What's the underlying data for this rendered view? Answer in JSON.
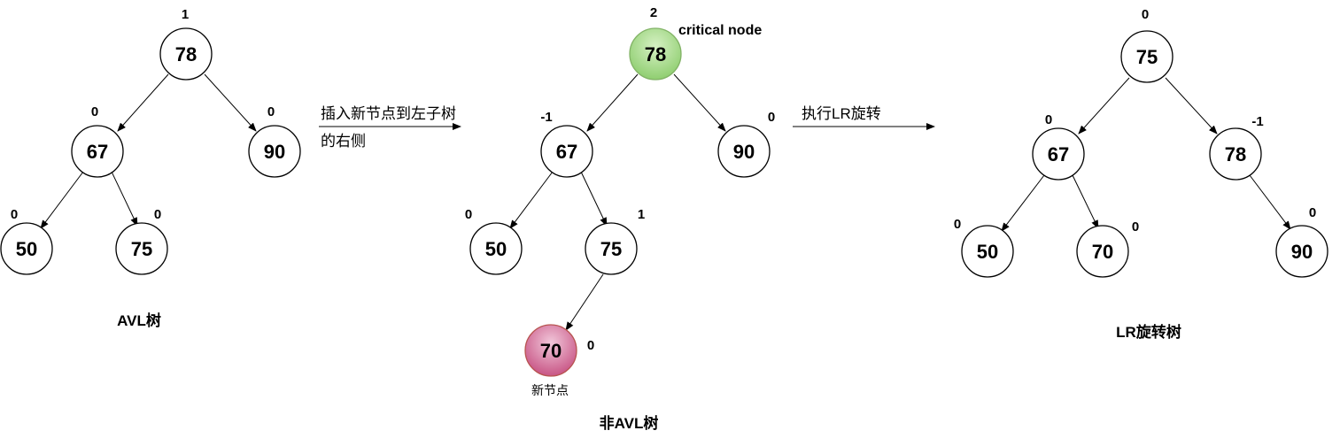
{
  "colors": {
    "node_fill": "#ffffff",
    "node_stroke": "#000000",
    "critical_fill": "#8fce70",
    "new_fill": "#c85585"
  },
  "trees": [
    {
      "caption": "AVL树",
      "nodes": [
        {
          "id": "t1-78",
          "value": "78",
          "balance": "1"
        },
        {
          "id": "t1-67",
          "value": "67",
          "balance": "0"
        },
        {
          "id": "t1-90",
          "value": "90",
          "balance": "0"
        },
        {
          "id": "t1-50",
          "value": "50",
          "balance": "0"
        },
        {
          "id": "t1-75",
          "value": "75",
          "balance": "0"
        }
      ]
    },
    {
      "caption": "非AVL树",
      "critical_label": "critical node",
      "new_node_label": "新节点",
      "nodes": [
        {
          "id": "t2-78",
          "value": "78",
          "balance": "2",
          "role": "critical"
        },
        {
          "id": "t2-67",
          "value": "67",
          "balance": "-1"
        },
        {
          "id": "t2-90",
          "value": "90",
          "balance": "0"
        },
        {
          "id": "t2-50",
          "value": "50",
          "balance": "0"
        },
        {
          "id": "t2-75",
          "value": "75",
          "balance": "1"
        },
        {
          "id": "t2-70",
          "value": "70",
          "balance": "0",
          "role": "new"
        }
      ]
    },
    {
      "caption": "LR旋转树",
      "nodes": [
        {
          "id": "t3-75",
          "value": "75",
          "balance": "0"
        },
        {
          "id": "t3-67",
          "value": "67",
          "balance": "0"
        },
        {
          "id": "t3-78",
          "value": "78",
          "balance": "-1"
        },
        {
          "id": "t3-50",
          "value": "50",
          "balance": "0"
        },
        {
          "id": "t3-70",
          "value": "70",
          "balance": "0"
        },
        {
          "id": "t3-90",
          "value": "90",
          "balance": "0"
        }
      ]
    }
  ],
  "transitions": [
    {
      "line1": "插入新节点到左子树",
      "line2": "的右侧"
    },
    {
      "line1": "执行LR旋转",
      "line2": ""
    }
  ]
}
